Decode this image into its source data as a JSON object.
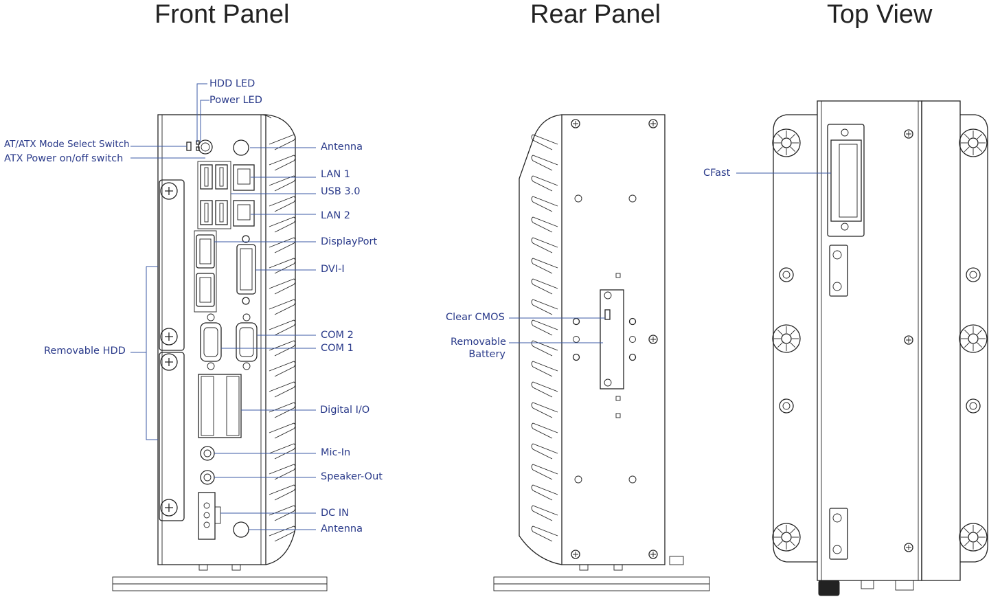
{
  "titles": {
    "front": "Front Panel",
    "rear": "Rear Panel",
    "top": "Top View"
  },
  "front_labels": {
    "hdd_led": "HDD LED",
    "power_led": "Power LED",
    "at_atx": "AT/ATX Mode Select Switch",
    "atx_power": "ATX Power on/off switch",
    "antenna_top": "Antenna",
    "lan1": "LAN 1",
    "usb30": "USB 3.0",
    "lan2": "LAN 2",
    "displayport": "DisplayPort",
    "dvi": "DVI-I",
    "removable_hdd": "Removable HDD",
    "com2": "COM 2",
    "com1": "COM 1",
    "digital_io": "Digital I/O",
    "mic_in": "Mic-In",
    "speaker_out": "Speaker-Out",
    "dc_in": "DC IN",
    "antenna_bottom": "Antenna"
  },
  "rear_labels": {
    "clear_cmos": "Clear CMOS",
    "removable_battery_1": "Removable",
    "removable_battery_2": "Battery"
  },
  "top_labels": {
    "cfast": "CFast"
  }
}
